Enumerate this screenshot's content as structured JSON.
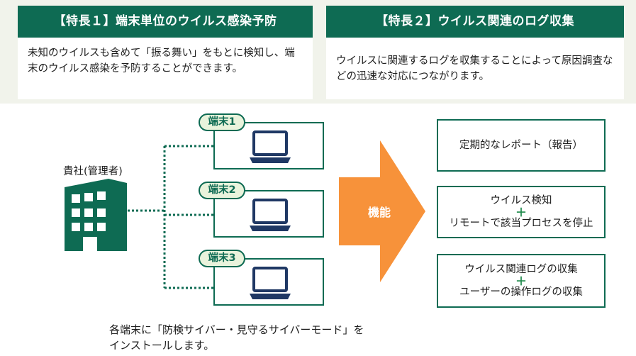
{
  "features": [
    {
      "title": "【特長１】端末単位のウイルス感染予防",
      "body": "未知のウイルスも含めて「振る舞い」をもとに検知し、端末のウイルス感染を予防することができます。"
    },
    {
      "title": "【特長２】ウイルス関連のログ収集",
      "body": "ウイルスに関連するログを収集することによって原因調査などの迅速な対応につながります。"
    }
  ],
  "hq_label": "貴社(管理者)",
  "terminals": [
    "端末1",
    "端末2",
    "端末3"
  ],
  "arrow_label": "機能",
  "functions": [
    {
      "lines": [
        "定期的なレポート（報告）"
      ]
    },
    {
      "lines": [
        "ウイルス検知",
        "リモートで該当プロセスを停止"
      ],
      "joiner": "＋"
    },
    {
      "lines": [
        "ウイルス関連ログの収集",
        "ユーザーの操作ログの収集"
      ],
      "joiner": "＋"
    }
  ],
  "note": {
    "line1": "各端末に「防検サイバー・見守るサイバーモード」を",
    "line2": "インストールします。"
  },
  "colors": {
    "primary_green": "#0e6b53",
    "arrow_orange": "#f7923a",
    "band_bg": "#f1f3eb",
    "tag_bg": "#e9f3dc",
    "laptop_navy": "#1f3864"
  },
  "icons": [
    "building-icon",
    "laptop-icon",
    "right-arrow"
  ]
}
